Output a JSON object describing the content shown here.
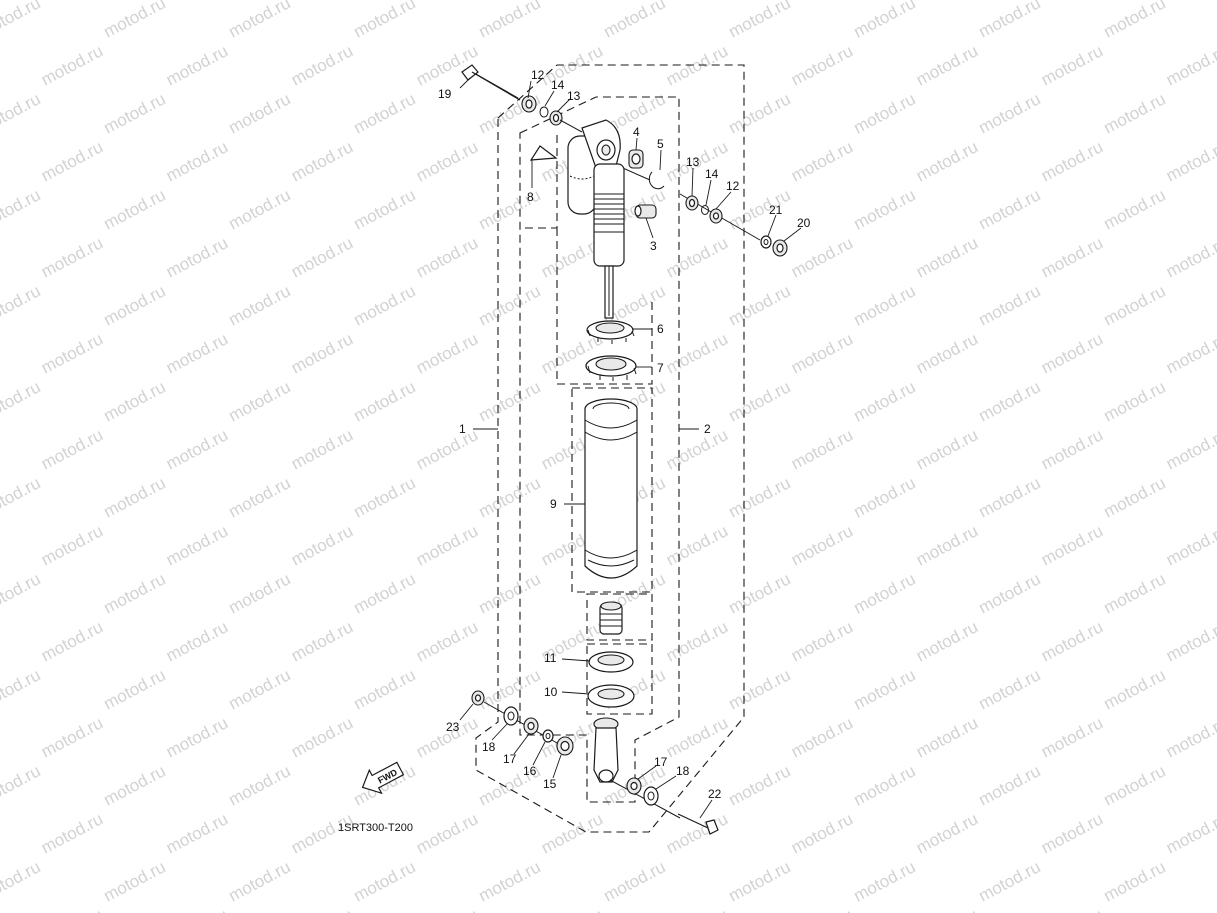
{
  "watermark": "motod.ru",
  "diagram_code": "1SRT300-T200",
  "fwd_label": "FWD",
  "callouts": {
    "c1": "1",
    "c2": "2",
    "c3": "3",
    "c4": "4",
    "c5": "5",
    "c6": "6",
    "c7": "7",
    "c8": "8",
    "c9": "9",
    "c10": "10",
    "c11": "11",
    "c12a": "12",
    "c12b": "12",
    "c13a": "13",
    "c13b": "13",
    "c14a": "14",
    "c14b": "14",
    "c15": "15",
    "c16": "16",
    "c17a": "17",
    "c17b": "17",
    "c18a": "18",
    "c18b": "18",
    "c19": "19",
    "c20": "20",
    "c21": "21",
    "c22": "22",
    "c23": "23"
  },
  "icons": {
    "fwd": "fwd-arrow-icon"
  }
}
